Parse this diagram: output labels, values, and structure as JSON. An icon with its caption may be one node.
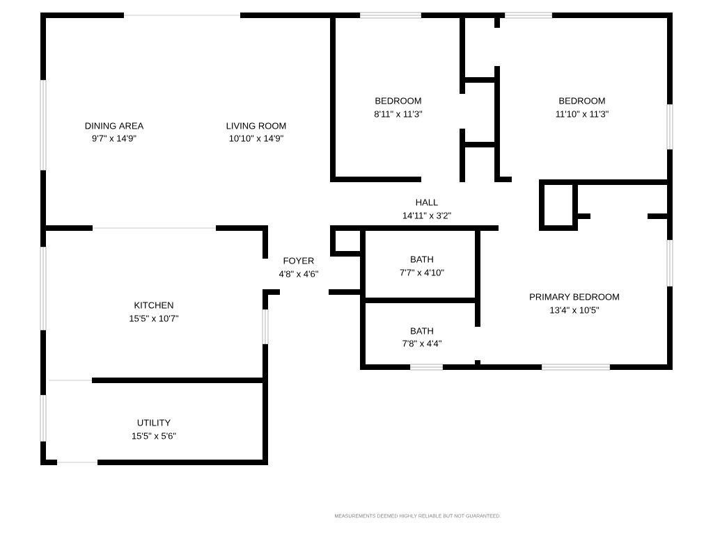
{
  "diagram": {
    "labels": [
      "DINING AREA",
      "9'7\" x 14'9\"",
      "LIVING ROOM",
      "10'10\" x 14'9\"",
      "BEDROOM",
      "8'11\" x 11'3\"",
      "BEDROOM",
      "11'10\" x 11'3\"",
      "HALL",
      "14'11\" x 3'2\"",
      "FOYER",
      "4'8\" x 4'6\"",
      "BATH",
      "7'7\" x 4'10\"",
      "KITCHEN",
      "15'5\" x 10'7\"",
      "PRIMARY BEDROOM",
      "13'4\" x 10'5\"",
      "BATH",
      "7'8\" x 4'4\"",
      "UTILITY",
      "15'5\" x 5'6\"",
      "MEASUREMENTS DEEMED HIGHLY RELIABLE BUT NOT GUARANTEED."
    ]
  }
}
